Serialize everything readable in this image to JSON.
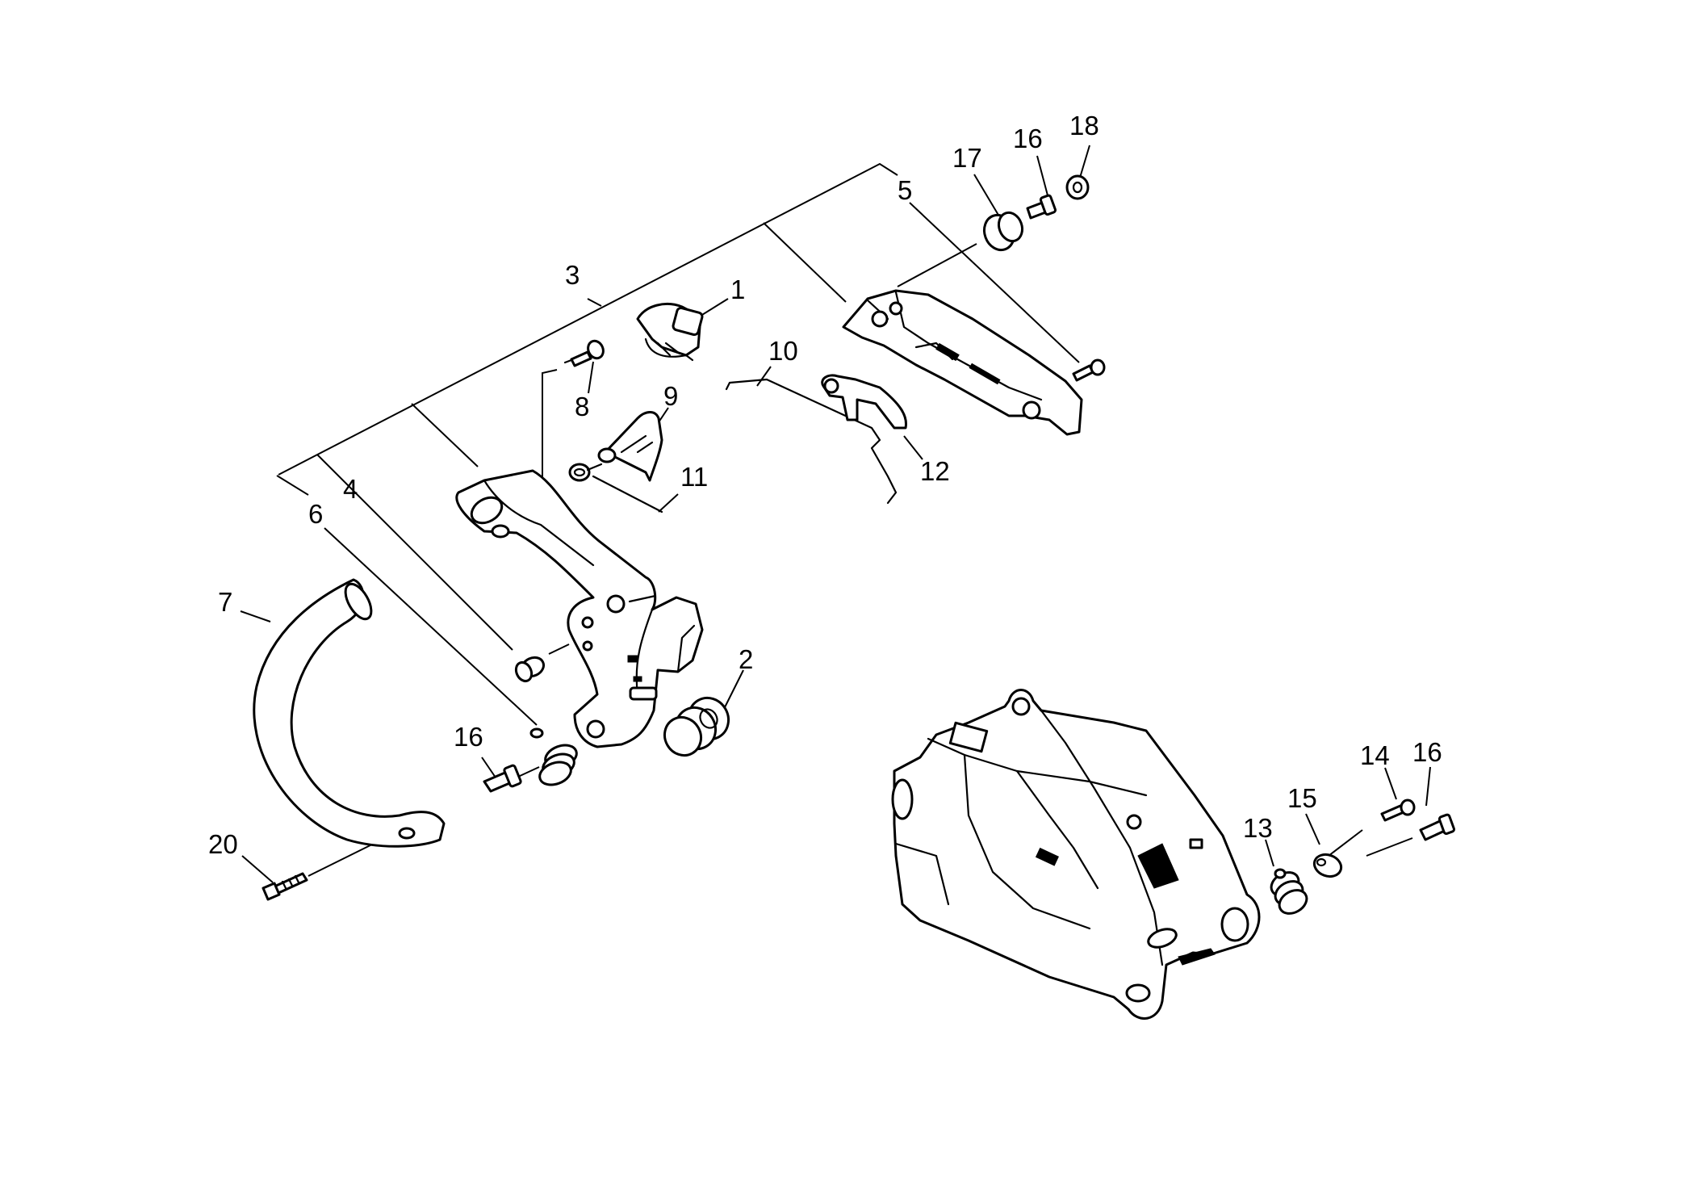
{
  "labels": {
    "l1": "1",
    "l2": "2",
    "l3": "3",
    "l4": "4",
    "l5": "5",
    "l6": "6",
    "l7": "7",
    "l8": "8",
    "l9": "9",
    "l10": "10",
    "l11": "11",
    "l12": "12",
    "l13": "13",
    "l14": "14",
    "l15": "15",
    "l16a": "16",
    "l16b": "16",
    "l16c": "16",
    "l17": "17",
    "l18": "18",
    "l20": "20"
  },
  "colors": {
    "ink": "#000000",
    "paper": "#ffffff"
  }
}
